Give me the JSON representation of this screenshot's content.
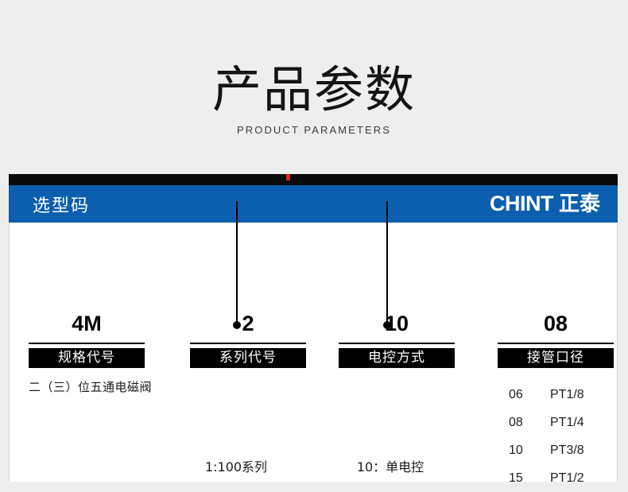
{
  "header": {
    "title": "产品参数",
    "subtitle": "PRODUCT PARAMETERS"
  },
  "banner": {
    "title": "选型码",
    "logo_latin": "CHINT",
    "logo_cn": "正泰",
    "accent_color": "#0b5fae",
    "logo_dot_color": "#e2231a"
  },
  "columns": [
    {
      "code": "4M",
      "chip": "规格代号",
      "desc": "二（三）位五通电磁阀"
    },
    {
      "code": "2",
      "chip": "系列代号",
      "leaf": "1:100系列"
    },
    {
      "code": "10",
      "chip": "电控方式",
      "leaf": "10：单电控"
    },
    {
      "code": "08",
      "chip": "接管口径",
      "ports": [
        {
          "key": "06",
          "value": "PT1/8"
        },
        {
          "key": "08",
          "value": "PT1/4"
        },
        {
          "key": "10",
          "value": "PT3/8"
        },
        {
          "key": "15",
          "value": "PT1/2"
        }
      ]
    }
  ]
}
